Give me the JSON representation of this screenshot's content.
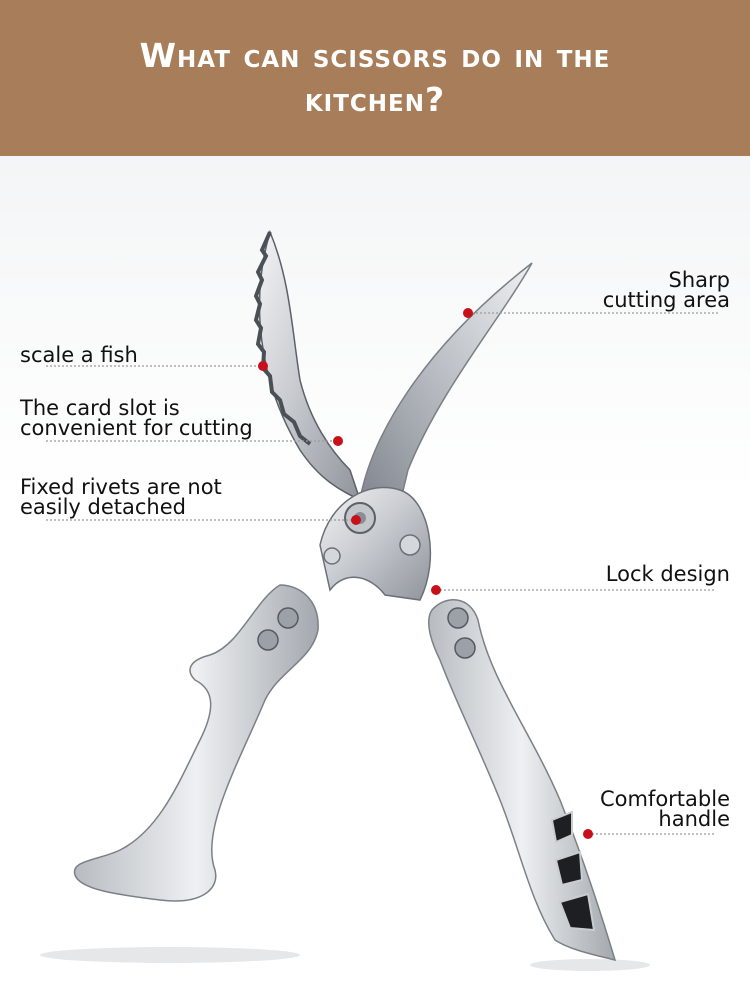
{
  "header": {
    "title": "What can scissors do in the kitchen?"
  },
  "colors": {
    "banner": "#a87d5a",
    "dot": "#c8101a",
    "leader": "#9a9a9a"
  },
  "callouts": [
    {
      "id": "sharp-cutting-area",
      "lines": [
        "Sharp",
        "cutting area"
      ]
    },
    {
      "id": "scale-a-fish",
      "lines": [
        "scale a fish"
      ]
    },
    {
      "id": "card-slot",
      "lines": [
        "The card slot is",
        "convenient for cutting"
      ]
    },
    {
      "id": "fixed-rivets",
      "lines": [
        "Fixed rivets are not",
        "easily detached"
      ]
    },
    {
      "id": "lock-design",
      "lines": [
        "Lock design"
      ]
    },
    {
      "id": "comfortable-handle",
      "lines": [
        "Comfortable",
        "handle"
      ]
    }
  ]
}
